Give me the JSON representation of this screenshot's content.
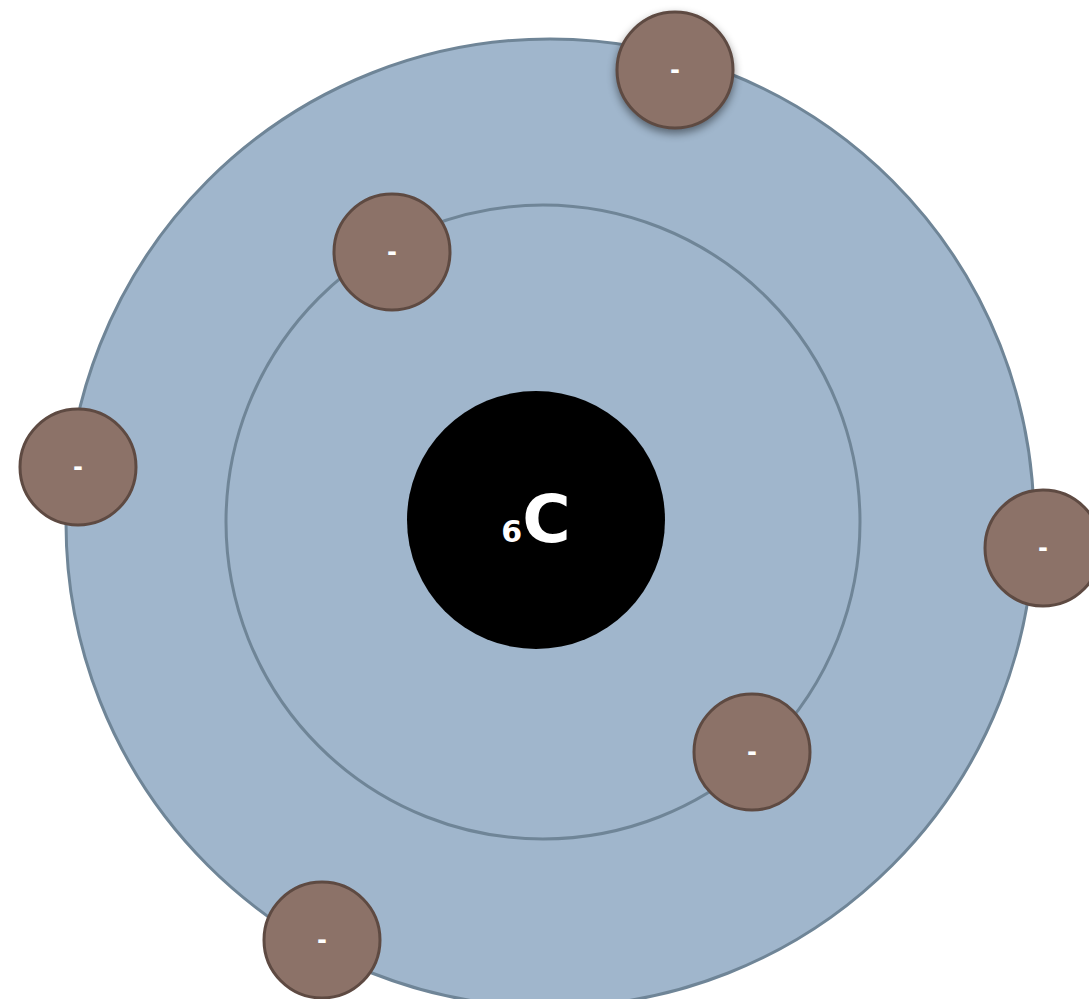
{
  "diagram": {
    "nodes": [
      {
        "text": [
          "-"
        ]
      },
      {
        "text": [
          "-"
        ]
      },
      {
        "text": [
          "-"
        ]
      },
      {
        "text": [
          "6",
          "C"
        ]
      },
      {
        "text": [
          "-"
        ]
      },
      {
        "text": [
          "-"
        ]
      },
      {
        "text": [
          "-"
        ]
      }
    ]
  }
}
